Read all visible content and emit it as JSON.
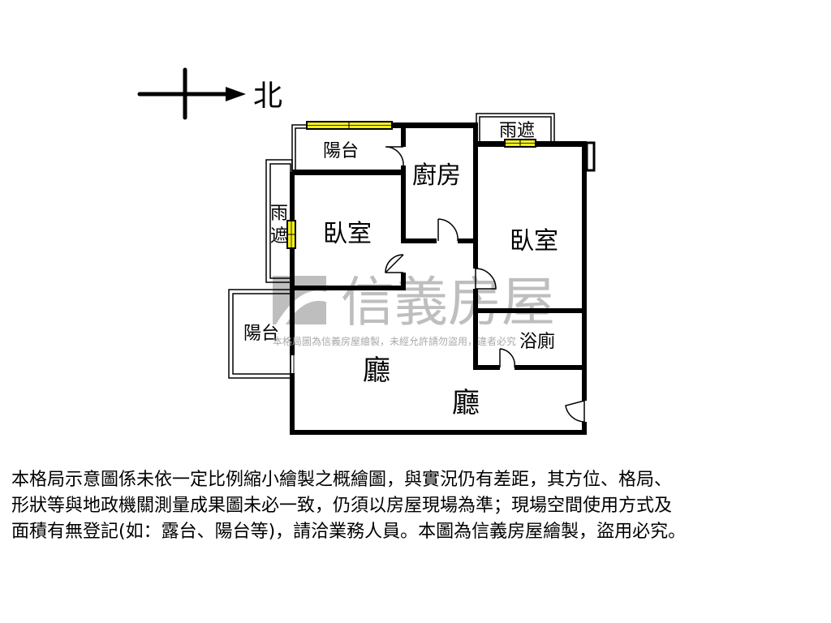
{
  "compass": {
    "direction_label": "北",
    "icon": "north-arrow-icon"
  },
  "rooms": {
    "balcony_top": "陽台",
    "kitchen": "廚房",
    "canopy_top": "雨遮",
    "canopy_left_1": "雨",
    "canopy_left_2": "遮",
    "bedroom_left": "臥室",
    "bedroom_right": "臥室",
    "balcony_left": "陽台",
    "bathroom": "浴廁",
    "living_1": "廳",
    "living_2": "廳"
  },
  "watermark": {
    "brand": "信義房屋",
    "notice": "本格局圖為信義房屋繪製，未經允許請勿盜用，違者必究"
  },
  "disclaimer": {
    "lines": [
      "本格局示意圖係未依一定比例縮小繪製之概繪圖，與實況仍有差距，其方位、格局、",
      "形狀等與地政機關測量成果圖未必一致，仍須以房屋現場為準；現場空間使用方式及",
      "面積有無登記(如：露台、陽台等)，請洽業務人員。本圖為信義房屋繪製，盜用必究。"
    ]
  },
  "colors": {
    "wall": "#000000",
    "window": "#f2ef1a",
    "watermark": "#9a9a9a"
  }
}
